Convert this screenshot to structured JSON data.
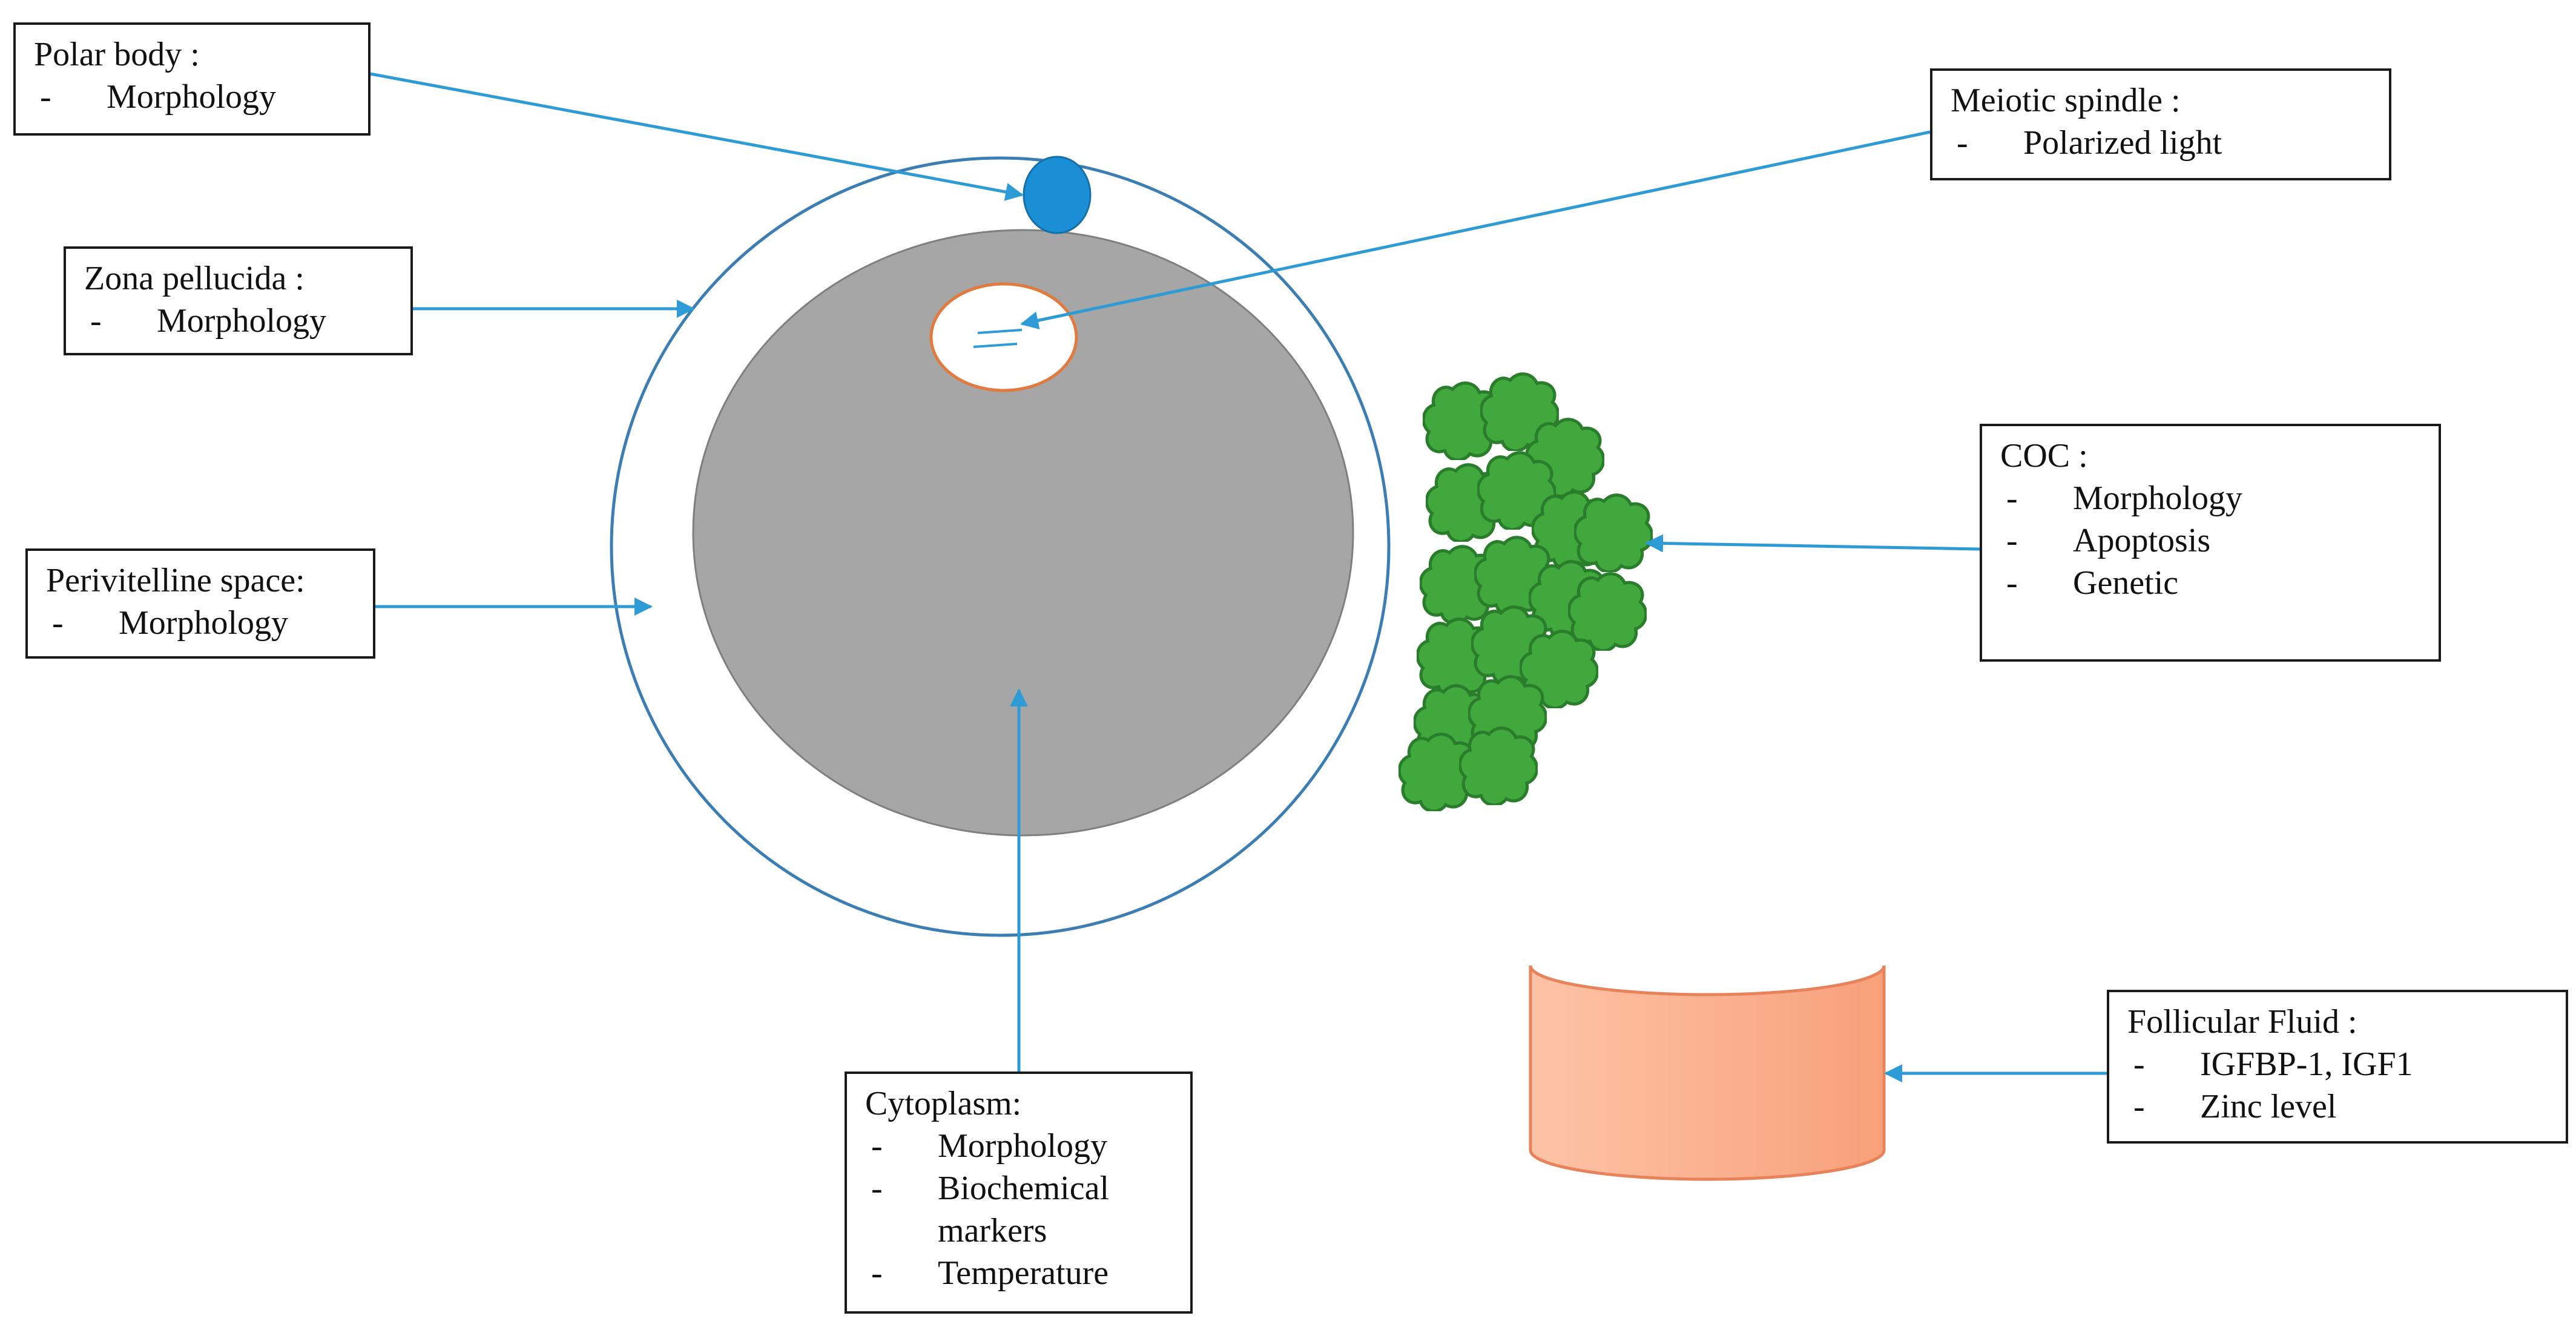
{
  "colors": {
    "arrow": "#2e9bd6",
    "zona": "#3c7eb3",
    "polar_body": "#1a8fd6",
    "cytoplasm": "#a6a6a6",
    "spindle_border": "#e07a3e",
    "coc_fill": "#41a83e",
    "coc_stroke": "#2a7d2a",
    "fluid": "#f8a07a"
  },
  "labels": {
    "polar_body": {
      "title": "Polar body :",
      "items": [
        "Morphology"
      ]
    },
    "zona_pellucida": {
      "title": "Zona pellucida :",
      "items": [
        "Morphology"
      ]
    },
    "perivitelline": {
      "title": "Perivitelline space:",
      "items": [
        "Morphology"
      ]
    },
    "cytoplasm": {
      "title": "Cytoplasm:",
      "items": [
        "Morphology",
        "Biochemical markers",
        "Temperature"
      ]
    },
    "meiotic_spindle": {
      "title": "Meiotic spindle :",
      "items": [
        "Polarized light"
      ]
    },
    "coc": {
      "title": "COC :",
      "items": [
        "Morphology",
        "Apoptosis",
        "Genetic"
      ]
    },
    "follicular_fluid": {
      "title": "Follicular Fluid :",
      "items": [
        "IGFBP-1, IGF1",
        "Zinc level"
      ]
    }
  }
}
